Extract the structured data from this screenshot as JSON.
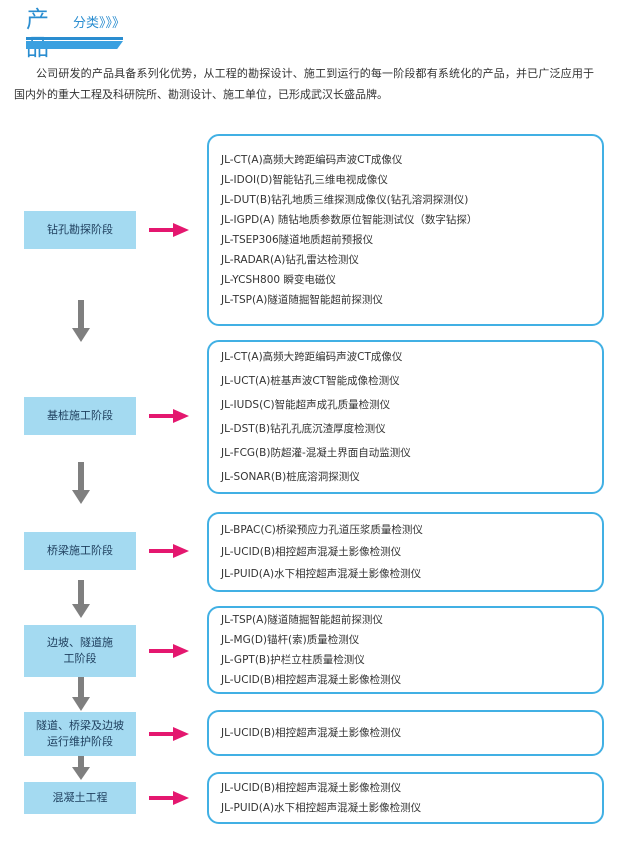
{
  "header": {
    "title_big": "产品",
    "title_sub": "分类》》》"
  },
  "intro": "公司研发的产品具备系列化优势，从工程的勘探设计、施工到运行的每一阶段都有系统化的产品，并已广泛应用于国内外的重大工程及科研院所、勘测设计、施工单位，已形成武汉长盛品牌。",
  "colors": {
    "accent": "#2a8dd0",
    "stage_bg": "#a4daf1",
    "panel_border": "#41b0e4",
    "arrow_right": "#e4176f",
    "arrow_down": "#7f7f7f"
  },
  "stages": [
    {
      "label": "钻孔勘探阶段",
      "products": [
        "JL-CT(A)高频大跨距编码声波CT成像仪",
        "JL-IDOI(D)智能钻孔三维电视成像仪",
        "JL-DUT(B)钻孔地质三维探测成像仪(钻孔溶洞探测仪)",
        "JL-IGPD(A) 随钻地质参数原位智能测试仪（数字钻探）",
        "JL-TSEP306隧道地质超前预报仪",
        "JL-RADAR(A)钻孔雷达检测仪",
        "JL-YCSH800 瞬变电磁仪",
        "JL-TSP(A)隧道随掘智能超前探测仪"
      ]
    },
    {
      "label": "基桩施工阶段",
      "products": [
        "JL-CT(A)高频大跨距编码声波CT成像仪",
        "JL-UCT(A)桩基声波CT智能成像检测仪",
        "JL-IUDS(C)智能超声成孔质量检测仪",
        "JL-DST(B)钻孔孔底沉渣厚度检测仪",
        "JL-FCG(B)防超灌-混凝土界面自动监测仪",
        "JL-SONAR(B)桩底溶洞探测仪"
      ]
    },
    {
      "label": "桥梁施工阶段",
      "products": [
        "JL-BPAC(C)桥梁预应力孔道压浆质量检测仪",
        "JL-UCID(B)相控超声混凝土影像检测仪",
        "JL-PUID(A)水下相控超声混凝土影像检测仪"
      ]
    },
    {
      "label": "边坡、隧道施工阶段",
      "products": [
        "JL-TSP(A)隧道随掘智能超前探测仪",
        "JL-MG(D)锚杆(索)质量检测仪",
        "JL-GPT(B)护栏立柱质量检测仪",
        "JL-UCID(B)相控超声混凝土影像检测仪"
      ]
    },
    {
      "label": "隧道、桥梁及边坡运行维护阶段",
      "products": [
        "JL-UCID(B)相控超声混凝土影像检测仪"
      ]
    },
    {
      "label": "混凝土工程",
      "products": [
        "JL-UCID(B)相控超声混凝土影像检测仪",
        "JL-PUID(A)水下相控超声混凝土影像检测仪"
      ]
    }
  ]
}
